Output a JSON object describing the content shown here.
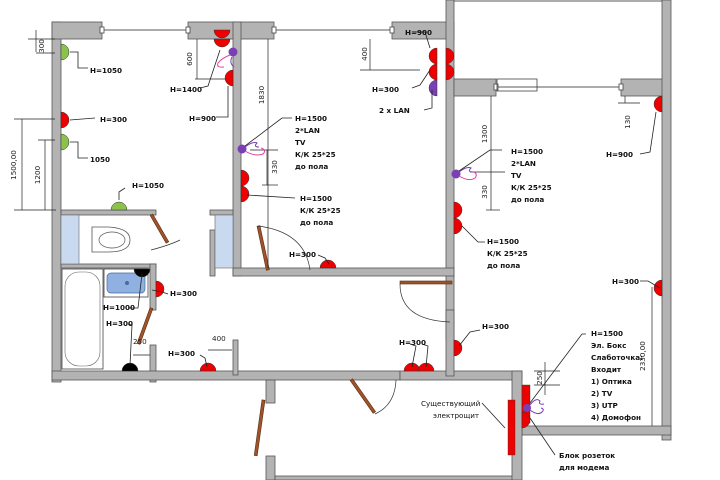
{
  "title": "Low-voltage & power outlet placement floor plan",
  "colors": {
    "wall": "#b3b3b3",
    "power_outlet": "#ee0000",
    "switch": "#8bc34a",
    "lan_tv_socket": "#7b3fb5",
    "special_outlet": "#000000",
    "door": "#a0522d",
    "tile": "#c9d9f0",
    "cable_pink": "#e040a0",
    "cable_purple": "#7b3fb5"
  },
  "labels": {
    "hall_switch_top": "H=1050",
    "hall_outlet_left": "H=300",
    "hall_switch_left": "1050",
    "hall_switch_bath": "H=1050",
    "bedroom1_h1400": "H=1400",
    "bedroom1_h900": "H=900",
    "bedroom2_h900": "H=900",
    "bedroom2_h300": "H=300",
    "bedroom2_lan": "2 x LAN",
    "living_tv_block": [
      "H=1500",
      "2*LAN",
      "TV",
      "К/К 25*25",
      "до пола"
    ],
    "living_outlets": [
      "H=1500",
      "К/К 25*25",
      "до пола"
    ],
    "living_door_outlet": "H=300",
    "kitchen_tv_block": [
      "H=1500",
      "2*LAN",
      "TV",
      "К/К 25*25",
      "до пола"
    ],
    "kitchen_outlets": [
      "H=1500",
      "К/К 25*25",
      "до пола"
    ],
    "right_room_h900": "H=900",
    "right_room_h300": "H=300",
    "bath_outlet": "H=300",
    "bath_washer": "H=1000",
    "bath_floor": "H=300",
    "corridor_outlet": "H=300",
    "corridor_double": "H=300",
    "kitchen_door_outlet": "H=300",
    "panel_block": [
      "H=1500",
      "Эл. Бокс",
      "Слаботочка:",
      "Входит",
      "1) Оптика",
      "2) TV",
      "3) UTP",
      "4) Домофон"
    ],
    "existing_panel": [
      "Существующий",
      "электрощит"
    ],
    "modem_block": [
      "Блок розеток",
      "для модема"
    ]
  },
  "dimensions": {
    "d300_top": "300",
    "d1500": "1500,00",
    "d1200": "1200",
    "d600": "600",
    "d1830": "1830",
    "d330_a": "330",
    "d400_top": "400",
    "d1300": "1300",
    "d130": "130",
    "d330_b": "330",
    "d250_bath": "250",
    "d400_bottom": "400",
    "d250_panel": "250",
    "d2330": "2330,00"
  }
}
